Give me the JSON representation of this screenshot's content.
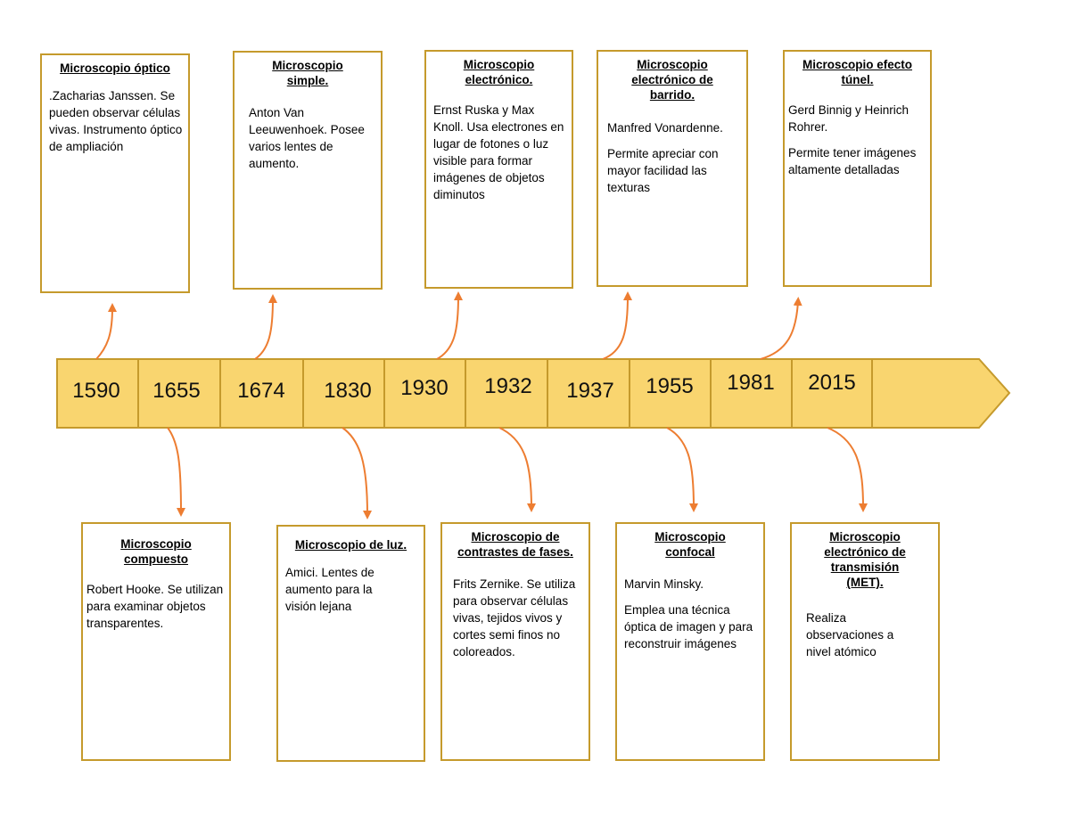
{
  "timeline": {
    "years": [
      "1590",
      "1655",
      "1674",
      "1830",
      "1930",
      "1932",
      "1937",
      "1955",
      "1981",
      "2015"
    ],
    "bar_color": "#f9d56f",
    "border_color": "#c59a2c",
    "arrow_color": "#ed7d31"
  },
  "cards_top": [
    {
      "title": "Microscopio óptico",
      "body": [
        ".Zacharias Janssen. Se pueden observar células vivas. Instrumento óptico de ampliación"
      ],
      "year": "1590"
    },
    {
      "title": "Microscopio simple.",
      "body": [
        "Anton Van Leeuwenhoek. Posee varios lentes de aumento."
      ],
      "year": "1674"
    },
    {
      "title": "Microscopio electrónico.",
      "body": [
        "Ernst Ruska y Max Knoll. Usa electrones en lugar de fotones o luz visible para formar imágenes de objetos diminutos"
      ],
      "year": "1930"
    },
    {
      "title": "Microscopio electrónico de barrido.",
      "body": [
        "Manfred Vonardenne.",
        "Permite apreciar con mayor facilidad las texturas"
      ],
      "year": "1937"
    },
    {
      "title": "Microscopio efecto túnel.",
      "body": [
        "Gerd Binnig y Heinrich Rohrer.",
        "Permite tener imágenes altamente detalladas"
      ],
      "year": "1981"
    }
  ],
  "cards_bottom": [
    {
      "title": "Microscopio compuesto",
      "body": [
        "Robert Hooke. Se utilizan para examinar objetos transparentes."
      ],
      "year": "1655"
    },
    {
      "title": "Microscopio de luz.",
      "body": [
        "Amici. Lentes de aumento para la visión lejana"
      ],
      "year": "1830"
    },
    {
      "title": "Microscopio de contrastes de fases.",
      "body": [
        "Frits Zernike. Se utiliza para observar células vivas, tejidos vivos y cortes semi finos no coloreados."
      ],
      "year": "1932"
    },
    {
      "title": "Microscopio confocal",
      "body": [
        "Marvin Minsky.",
        "Emplea una técnica óptica de imagen y para reconstruir imágenes"
      ],
      "year": "1955"
    },
    {
      "title": "Microscopio electrónico de transmisión (MET).",
      "body": [
        "Realiza observaciones a nivel atómico"
      ],
      "year": "2015"
    }
  ]
}
